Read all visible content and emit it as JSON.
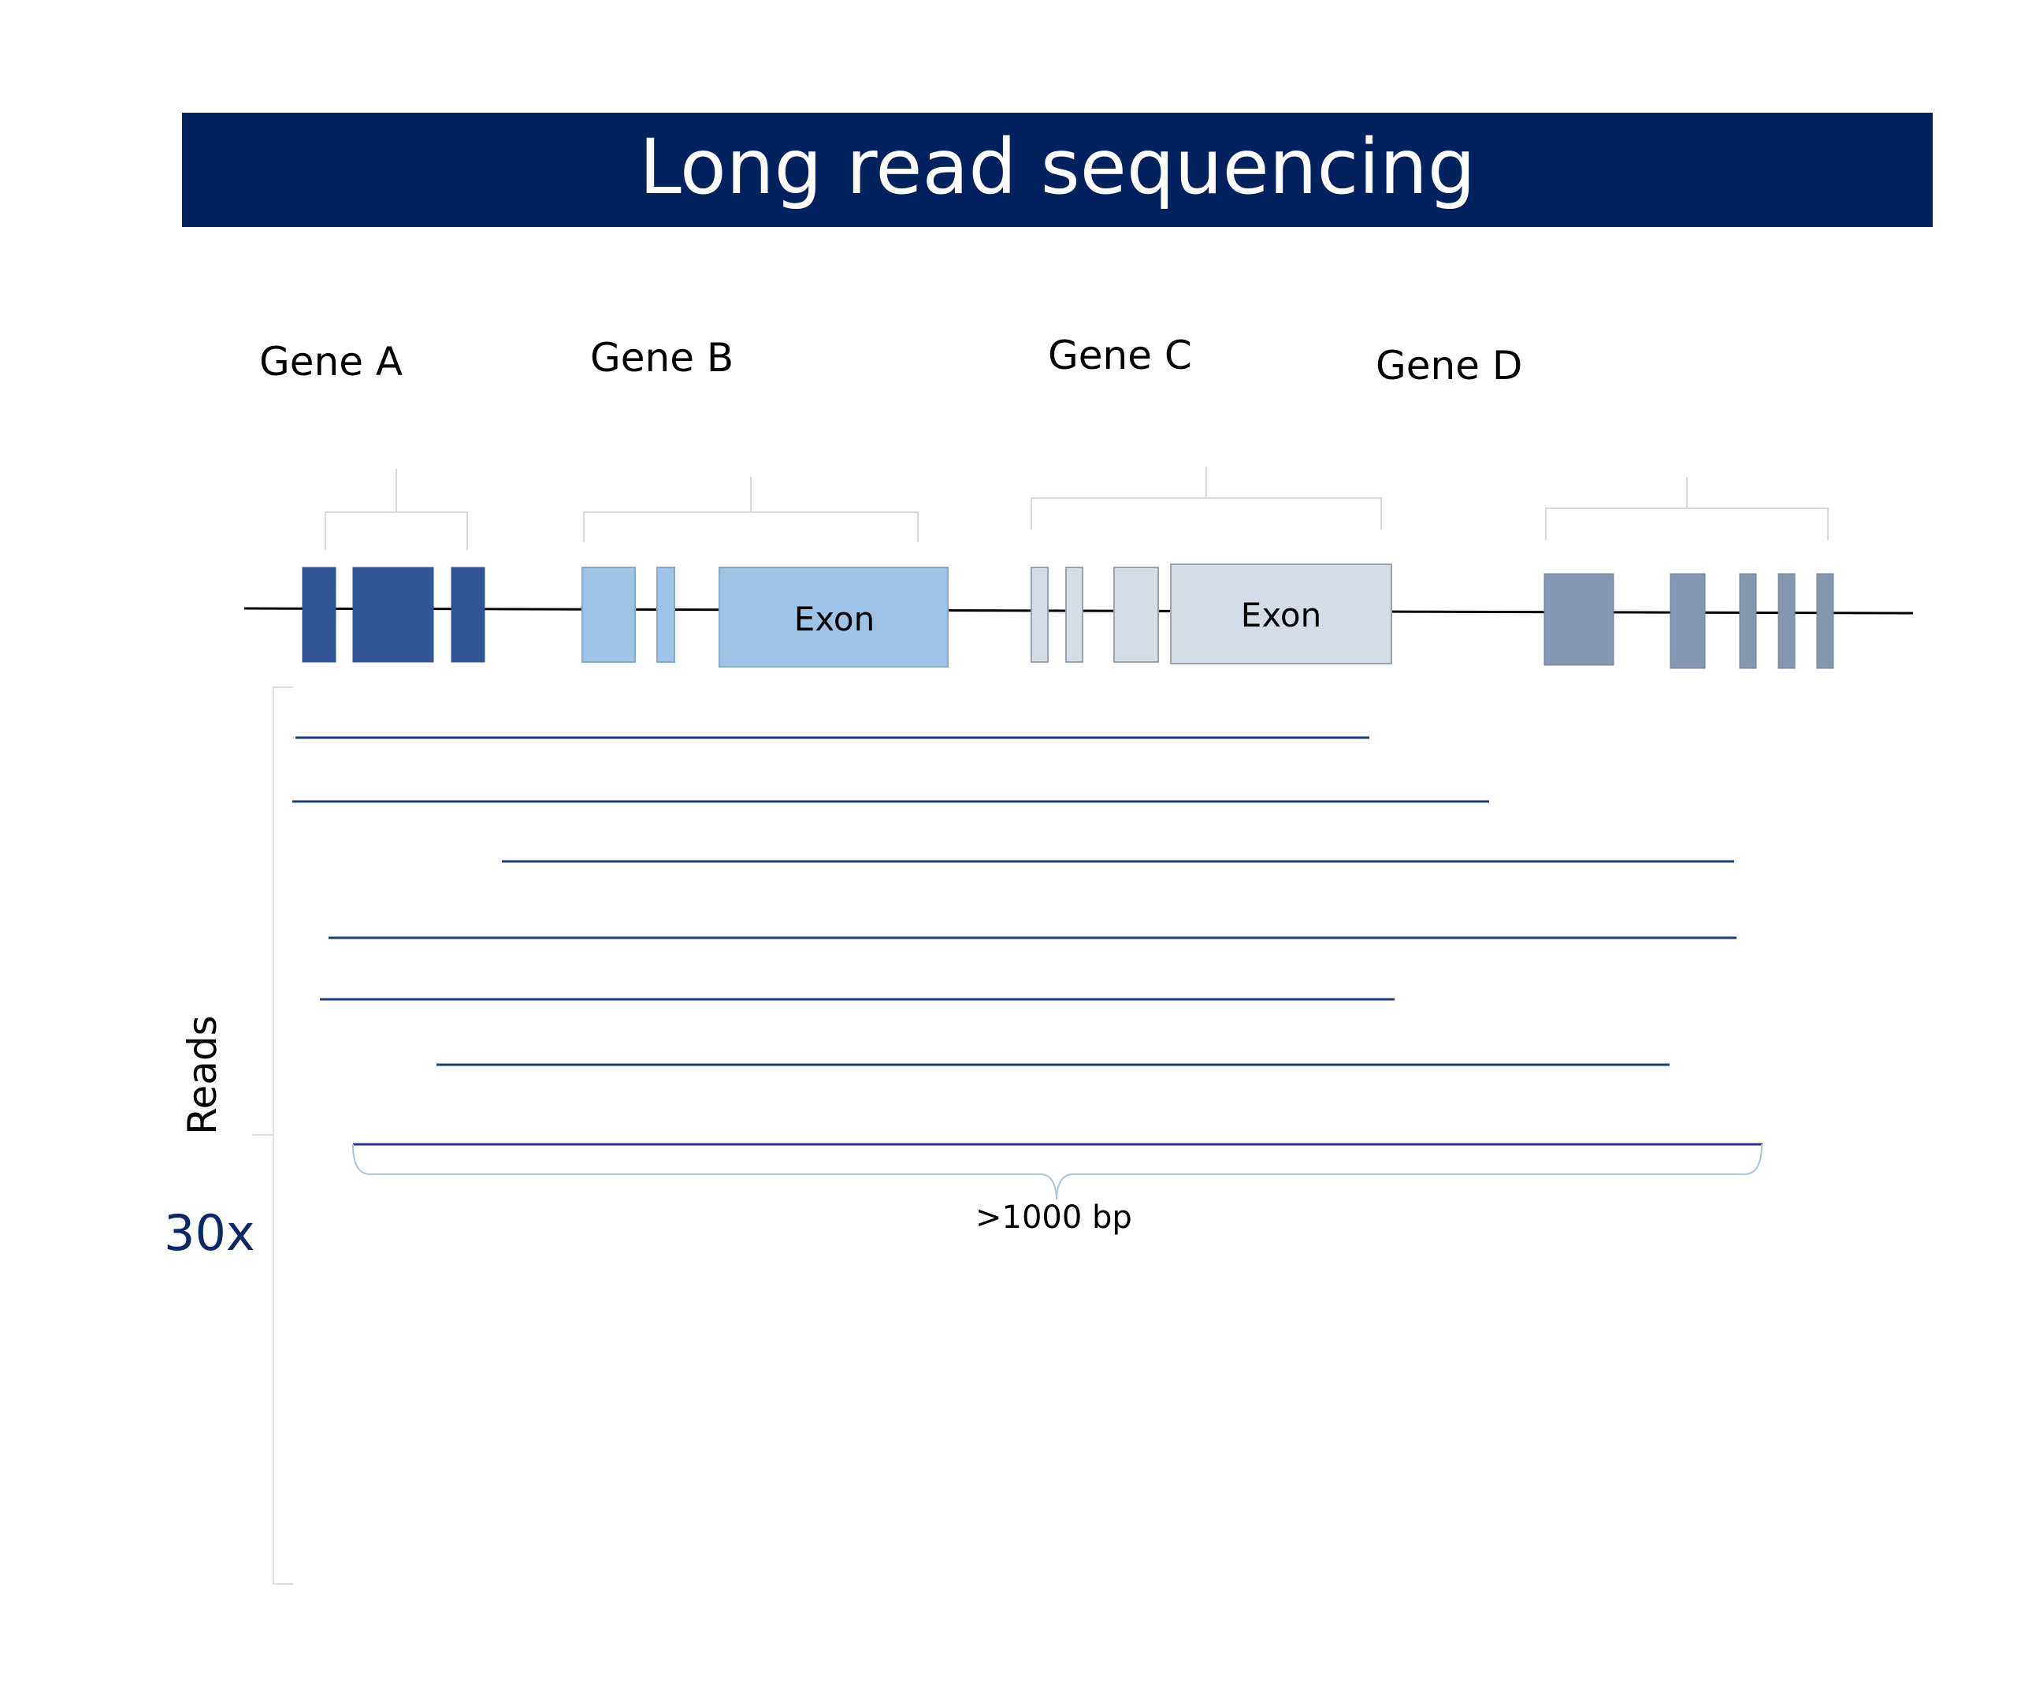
{
  "title": "Long read sequencing",
  "genes": [
    {
      "label": "Gene A",
      "color": "#2f5597"
    },
    {
      "label": "Gene B",
      "color": "#9dc3e6"
    },
    {
      "label": "Gene C",
      "color": "#d6dce5"
    },
    {
      "label": "Gene D",
      "color": "#8497b0"
    }
  ],
  "exon_label": "Exon",
  "axis_label": "Reads",
  "coverage": "30x",
  "span_label": ">1000 bp",
  "colors": {
    "title_bar": "#02215f",
    "read_line": "#1f3a7a",
    "coverage_text": "#0c2866"
  }
}
